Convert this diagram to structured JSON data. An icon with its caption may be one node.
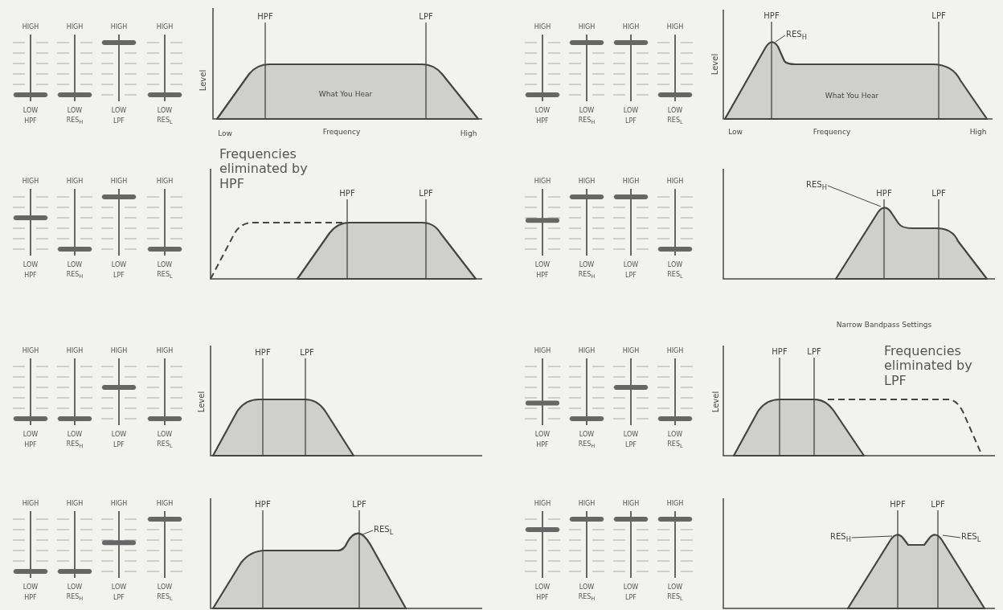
{
  "diagram": {
    "nodes": [
      {
        "text": [
          "RES$_{H}$"
        ]
      },
      {
        "text": [
          "RES$_{H}$"
        ]
      },
      {
        "text": [
          "RES$_{L}$"
        ]
      },
      {
        "text": [
          "RES$_{H}$"
        ]
      },
      {
        "text": [
          "RES$_{L}$"
        ]
      }
    ],
    "edges": [
      {
        "from": 0,
        "to": null,
        "arrow": "none"
      },
      {
        "from": 1,
        "to": null,
        "arrow": "none"
      },
      {
        "from": 2,
        "to": null,
        "arrow": "none"
      },
      {
        "from": 3,
        "to": null,
        "arrow": "none"
      },
      {
        "from": 4,
        "to": null,
        "arrow": "none"
      }
    ],
    "labels": [
      "HIGH",
      "HIGH",
      "HIGH",
      "HIGH",
      "LOW",
      "LOW",
      "LOW",
      "LOW",
      "HPF",
      "RES$_{H}$",
      "LPF",
      "RES$_{L}$",
      "HPF",
      "LPF",
      "Level",
      "What You Hear",
      "Low",
      "Frequency",
      "High",
      "HIGH",
      "HIGH",
      "HIGH",
      "HIGH",
      "LOW",
      "LOW",
      "LOW",
      "LOW",
      "HPF",
      "RES$_{H}$",
      "LPF",
      "RES$_{L}$",
      "HPF",
      "LPF",
      "Level",
      "What You Hear",
      "Low",
      "Frequency",
      "High",
      "HIGH",
      "HIGH",
      "HIGH",
      "HIGH",
      "LOW",
      "LOW",
      "LOW",
      "LOW",
      "HPF",
      "RES$_{H}$",
      "LPF",
      "RES$_{L}$",
      "Frequencies eliminated by HPF",
      "HPF",
      "LPF",
      "HIGH",
      "HIGH",
      "HIGH",
      "HIGH",
      "LOW",
      "LOW",
      "LOW",
      "LOW",
      "HPF",
      "RES$_{H}$",
      "LPF",
      "RES$_{L}$",
      "HPF",
      "LPF",
      "Narrow Bandpass Settings",
      "HIGH",
      "HIGH",
      "HIGH",
      "HIGH",
      "LOW",
      "LOW",
      "LOW",
      "LOW",
      "HPF",
      "RES$_{H}$",
      "LPF",
      "RES$_{L}$",
      "HPF",
      "LPF",
      "Level",
      "HIGH",
      "HIGH",
      "HIGH",
      "HIGH",
      "LOW",
      "LOW",
      "LOW",
      "LOW",
      "HPF",
      "RES$_{H}$",
      "LPF",
      "RES$_{L}$",
      "HPF",
      "LPF",
      "Frequencies eliminated by LPF",
      "Level",
      "HIGH",
      "HIGH",
      "HIGH",
      "HIGH",
      "LOW",
      "LOW",
      "LOW",
      "LOW",
      "HPF",
      "RES$_{H}$",
      "LPF",
      "RES$_{L}$",
      "HPF",
      "LPF",
      "HIGH",
      "HIGH",
      "HIGH",
      "HIGH",
      "LOW",
      "LOW",
      "LOW",
      "LOW",
      "HPF",
      "RES$_{H}$",
      "LPF",
      "RES$_{L}$",
      "HPF",
      "LPF"
    ]
  }
}
